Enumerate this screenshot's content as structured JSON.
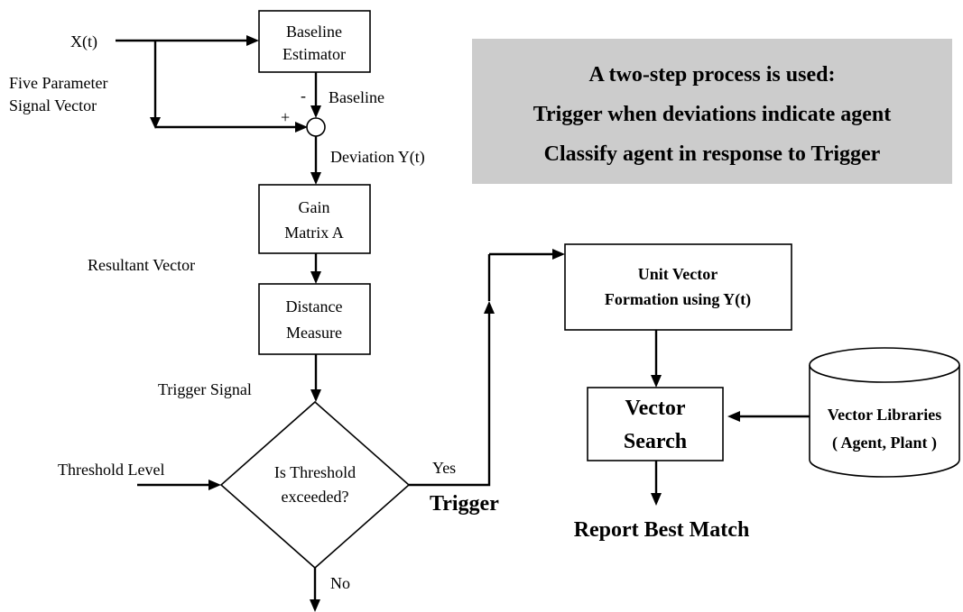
{
  "colors": {
    "callout_bg": "#cccccc",
    "trigger_text": "#555555",
    "report_text": "#555555"
  },
  "inputs": {
    "x_t": "X(t)",
    "signal_vector": [
      "Five Parameter",
      "Signal Vector"
    ]
  },
  "baseline_estimator": [
    "Baseline",
    "Estimator"
  ],
  "summing_junction": {
    "minus_sign": "-",
    "plus_sign": "+",
    "baseline_label": "Baseline",
    "deviation_label": "Deviation Y(t)"
  },
  "gain_matrix": [
    "Gain",
    "Matrix A"
  ],
  "resultant_vector_label": "Resultant Vector",
  "distance_measure": [
    "Distance",
    "Measure"
  ],
  "trigger_signal_label": "Trigger Signal",
  "threshold_level_label": "Threshold Level",
  "decision": [
    "Is Threshold",
    "exceeded?"
  ],
  "yes_label": "Yes",
  "no_label": "No",
  "trigger_label": "Trigger",
  "unit_vector": [
    "Unit Vector",
    "Formation using Y(t)"
  ],
  "vector_search": [
    "Vector",
    "Search"
  ],
  "vector_libraries": [
    "Vector Libraries",
    "( Agent, Plant )"
  ],
  "report_label": "Report Best Match",
  "callout": [
    "A two-step process is used:",
    "Trigger when deviations indicate agent",
    "Classify agent in response to Trigger"
  ]
}
